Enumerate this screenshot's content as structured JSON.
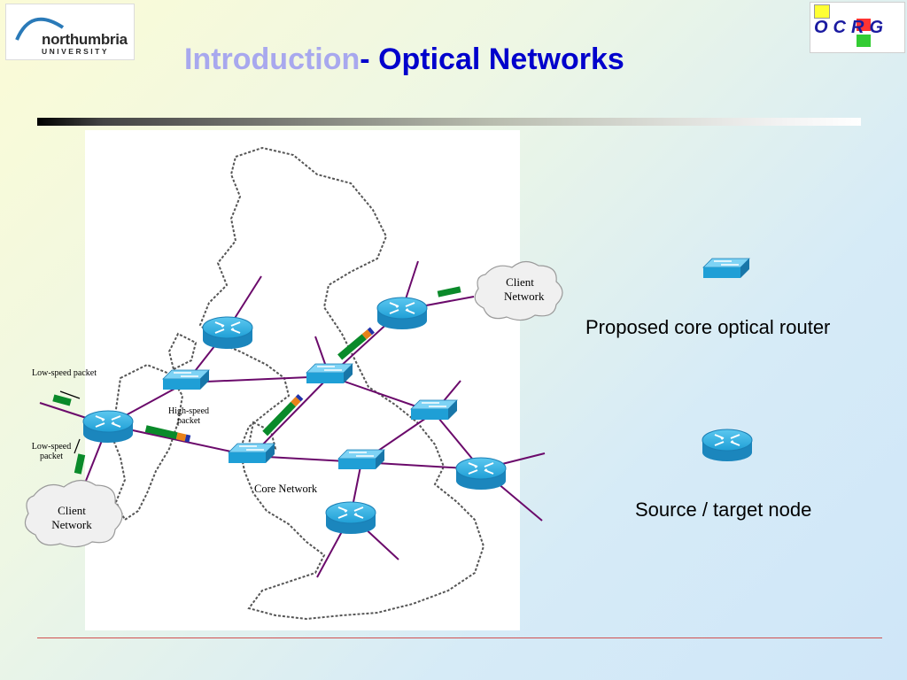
{
  "header": {
    "title_part1": "Introduction",
    "title_part2": "- Optical Networks"
  },
  "logos": {
    "university_name": "northumbria",
    "university_sub": "UNIVERSITY",
    "group_letters": "OCRG"
  },
  "diagram": {
    "labels": {
      "client_network_top": [
        "Client",
        "Network"
      ],
      "client_network_bottom": [
        "Client",
        "Network"
      ],
      "low_speed_packet_top": "Low-speed packet",
      "low_speed_packet_bottom": [
        "Low-speed",
        "packet"
      ],
      "high_speed_packet": [
        "High-speed",
        "packet"
      ],
      "core_network": "Core Network"
    },
    "link_color": "#6b0a6b",
    "router_color": "#1f9fd6"
  },
  "legend": {
    "core_router_label": "Proposed core optical router",
    "node_label": "Source / target node"
  }
}
